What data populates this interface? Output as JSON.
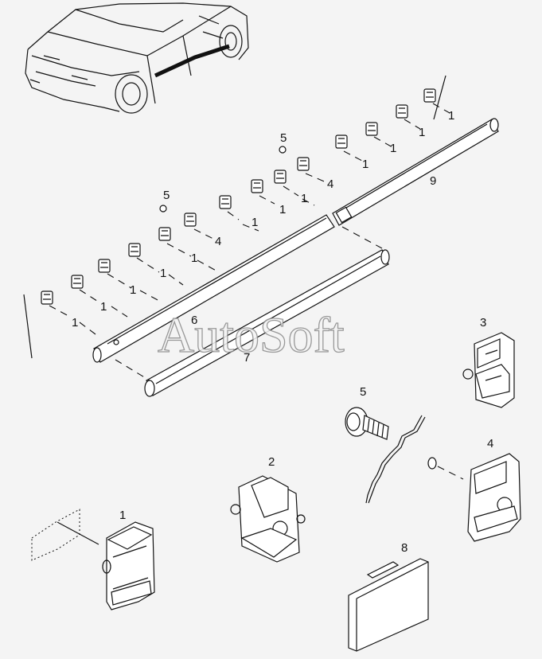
{
  "watermark": "AutoSoft",
  "callouts": {
    "clip_1": "1",
    "clip_2": "2",
    "clip_3": "3",
    "clip_4": "4",
    "screw_5": "5",
    "molding_6": "6",
    "molding_7": "7",
    "adhesive_8": "8",
    "molding_9": "9"
  },
  "colors": {
    "background": "#f4f4f4",
    "ink": "#111111",
    "watermark_outline": "#8a8a8a"
  }
}
